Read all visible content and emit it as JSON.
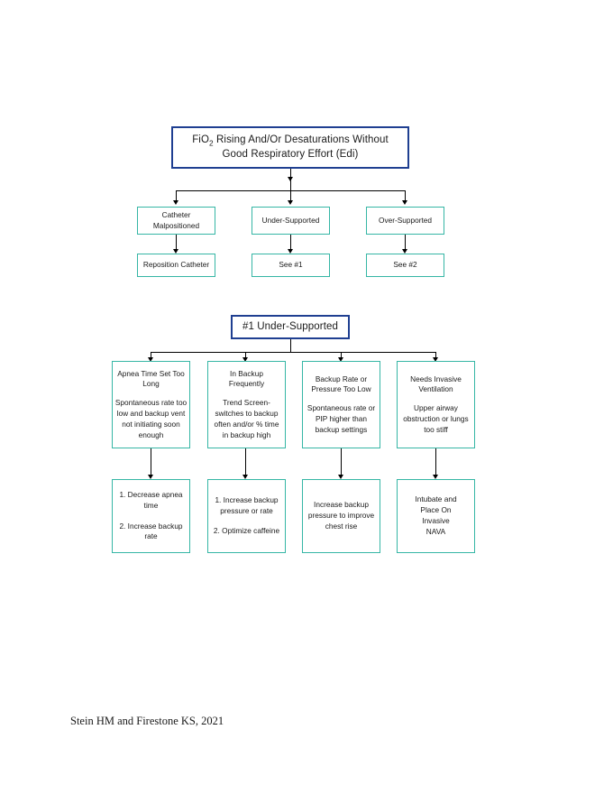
{
  "document": {
    "citation": "Stein HM and Firestone KS, 2021"
  },
  "chart1": {
    "title_line1_prefix": "FiO",
    "title_line1_sub": "2",
    "title_line1_rest": " Rising And/Or Desaturations Without",
    "title_line2": "Good Respiratory Effort (Edi)",
    "branches": [
      {
        "cause": "Catheter\nMalpositioned",
        "cause_line1": "Catheter",
        "cause_line2": "Malpositioned",
        "action": "Reposition Catheter"
      },
      {
        "cause_line1": "Under-Supported",
        "cause_line2": "",
        "action": "See #1"
      },
      {
        "cause_line1": "Over-Supported",
        "cause_line2": "",
        "action": "See #2"
      }
    ]
  },
  "chart2": {
    "title": "#1 Under-Supported",
    "branches": [
      {
        "heading_line1": "Apnea Time Set Too",
        "heading_line2": "Long",
        "body_line1": "Spontaneous rate too",
        "body_line2": "low and backup vent",
        "body_line3": "not initiating soon",
        "body_line4": "enough",
        "action_step1_line1": "1. Decrease apnea",
        "action_step1_line2": "time",
        "action_step2_line1": "2. Increase backup",
        "action_step2_line2": "rate"
      },
      {
        "heading_line1": "In Backup",
        "heading_line2": "Frequently",
        "body_line1": "Trend Screen-",
        "body_line2": "switches to backup",
        "body_line3": "often and/or % time",
        "body_line4": "in backup high",
        "action_step1_line1": "1. Increase backup",
        "action_step1_line2": "pressure or rate",
        "action_step2_line1": "2. Optimize caffeine",
        "action_step2_line2": ""
      },
      {
        "heading_line1": "Backup Rate or",
        "heading_line2": "Pressure Too Low",
        "body_line1": "Spontaneous rate or",
        "body_line2": "PIP higher than",
        "body_line3": "backup settings",
        "body_line4": "",
        "action_line1": "Increase backup",
        "action_line2": "pressure to improve",
        "action_line3": "chest rise"
      },
      {
        "heading_line1": "Needs Invasive",
        "heading_line2": "Ventilation",
        "body_line1": "Upper airway",
        "body_line2": "obstruction or lungs",
        "body_line3": "too stiff",
        "body_line4": "",
        "action_line1": "Intubate and",
        "action_line2": "Place On",
        "action_line3": "Invasive",
        "action_line4": "NAVA"
      }
    ]
  },
  "colors": {
    "teal_border": "#35b6a5",
    "navy_border": "#1f3f91",
    "connector": "#000000",
    "background": "#ffffff"
  }
}
